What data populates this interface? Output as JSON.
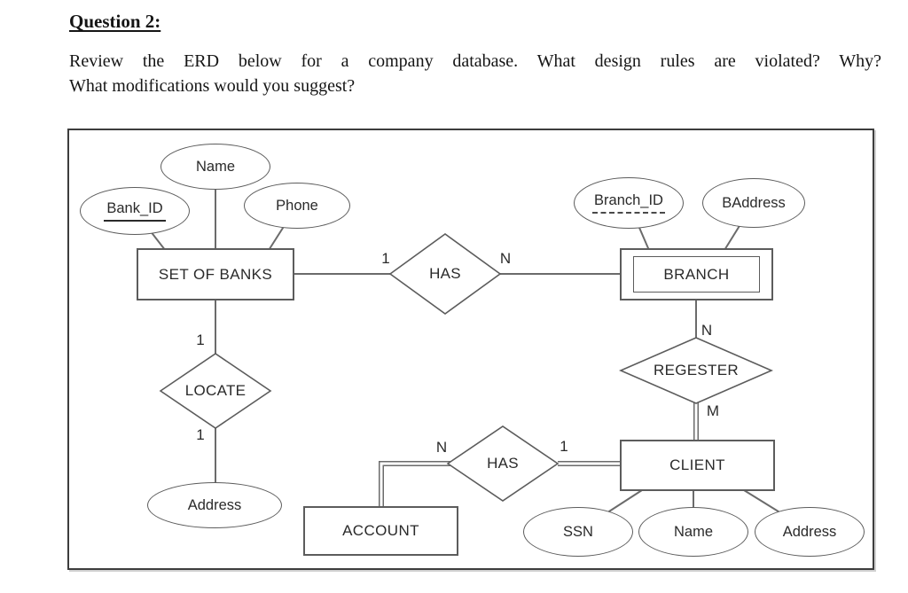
{
  "question": {
    "heading": "Question 2:",
    "line1": "Review the ERD below for a company database. What design rules are violated? Why?",
    "line2": "What modifications would you suggest?"
  },
  "erd": {
    "entities": {
      "set_of_banks": "SET OF BANKS",
      "branch": "BRANCH",
      "client": "CLIENT",
      "account": "ACCOUNT"
    },
    "relationships": {
      "has_bank_branch": "HAS",
      "locate": "LOCATE",
      "regester": "REGESTER",
      "has_account_client": "HAS"
    },
    "attributes": {
      "bank_name": "Name",
      "bank_id": "Bank_ID",
      "bank_phone": "Phone",
      "branch_id": "Branch_ID",
      "branch_baddress": "BAddress",
      "locate_address": "Address",
      "client_ssn": "SSN",
      "client_name": "Name",
      "client_address": "Address"
    },
    "cardinalities": {
      "bank_has": "1",
      "has_branch": "N",
      "branch_regester": "N",
      "regester_client": "M",
      "bank_locate": "1",
      "locate_address": "1",
      "account_has": "N",
      "has_client": "1"
    },
    "colors": {
      "line": "#6b6b6b",
      "shape_stroke": "#5c5c5c",
      "text": "#2a2a2a"
    }
  }
}
